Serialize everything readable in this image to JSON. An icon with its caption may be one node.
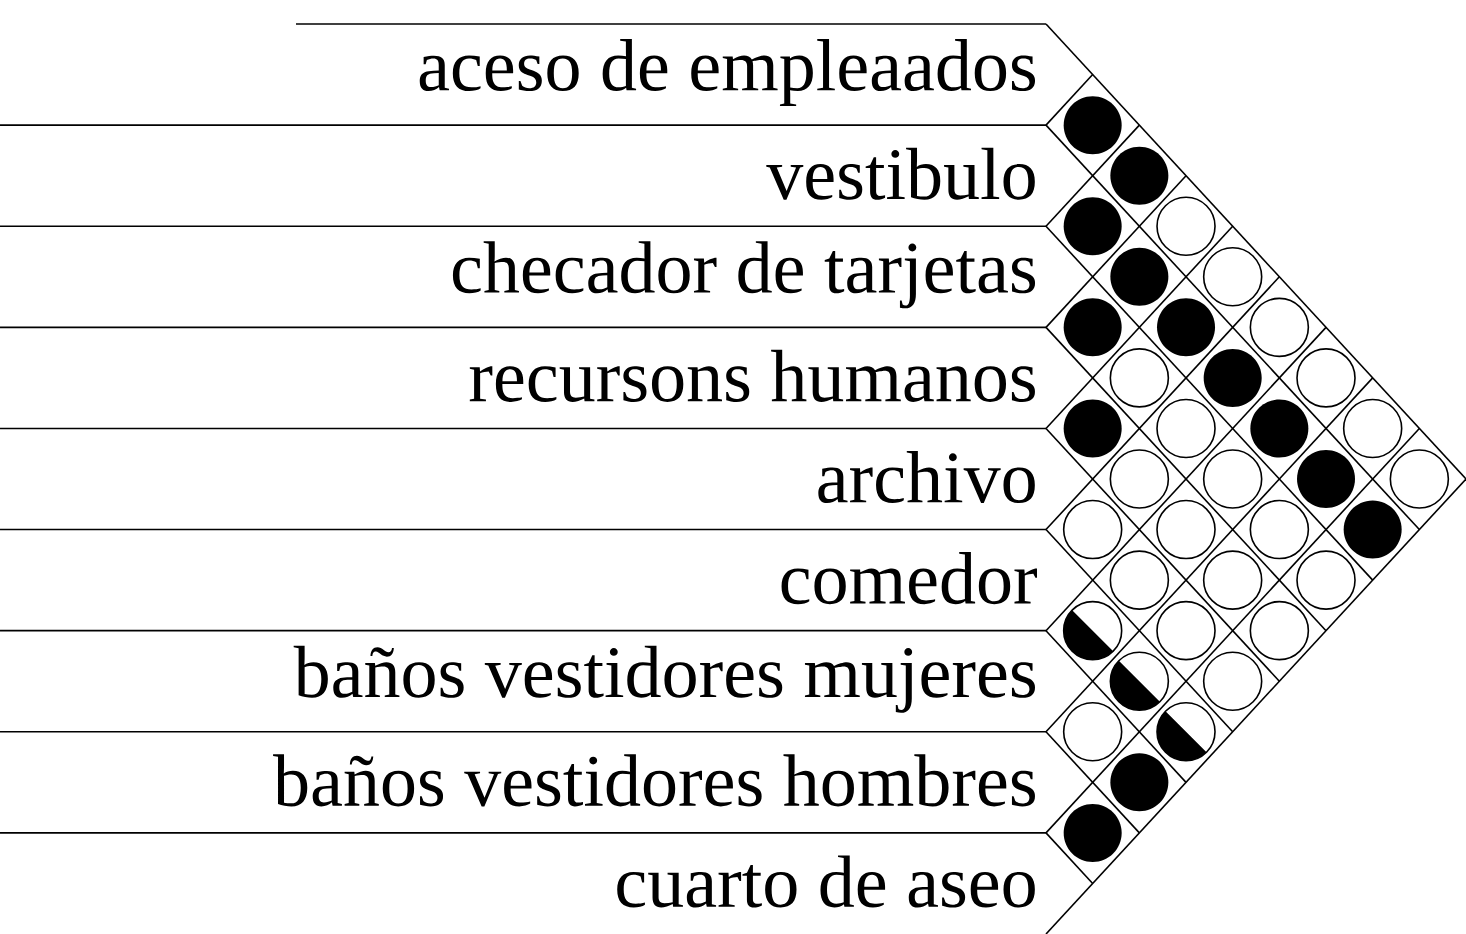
{
  "diagram": {
    "nodes": [
      {
        "text": [
          "aceso de empleaados"
        ]
      },
      {
        "text": [
          "vestibulo"
        ]
      },
      {
        "text": [
          "checador de tarjetas"
        ]
      },
      {
        "text": [
          "recursons humanos"
        ]
      },
      {
        "text": [
          "archivo"
        ]
      },
      {
        "text": [
          "comedor"
        ]
      },
      {
        "text": [
          "baños vestidores mujeres"
        ]
      },
      {
        "text": [
          "baños vestidores hombres"
        ]
      },
      {
        "text": [
          "cuarto de aseo"
        ]
      }
    ]
  }
}
